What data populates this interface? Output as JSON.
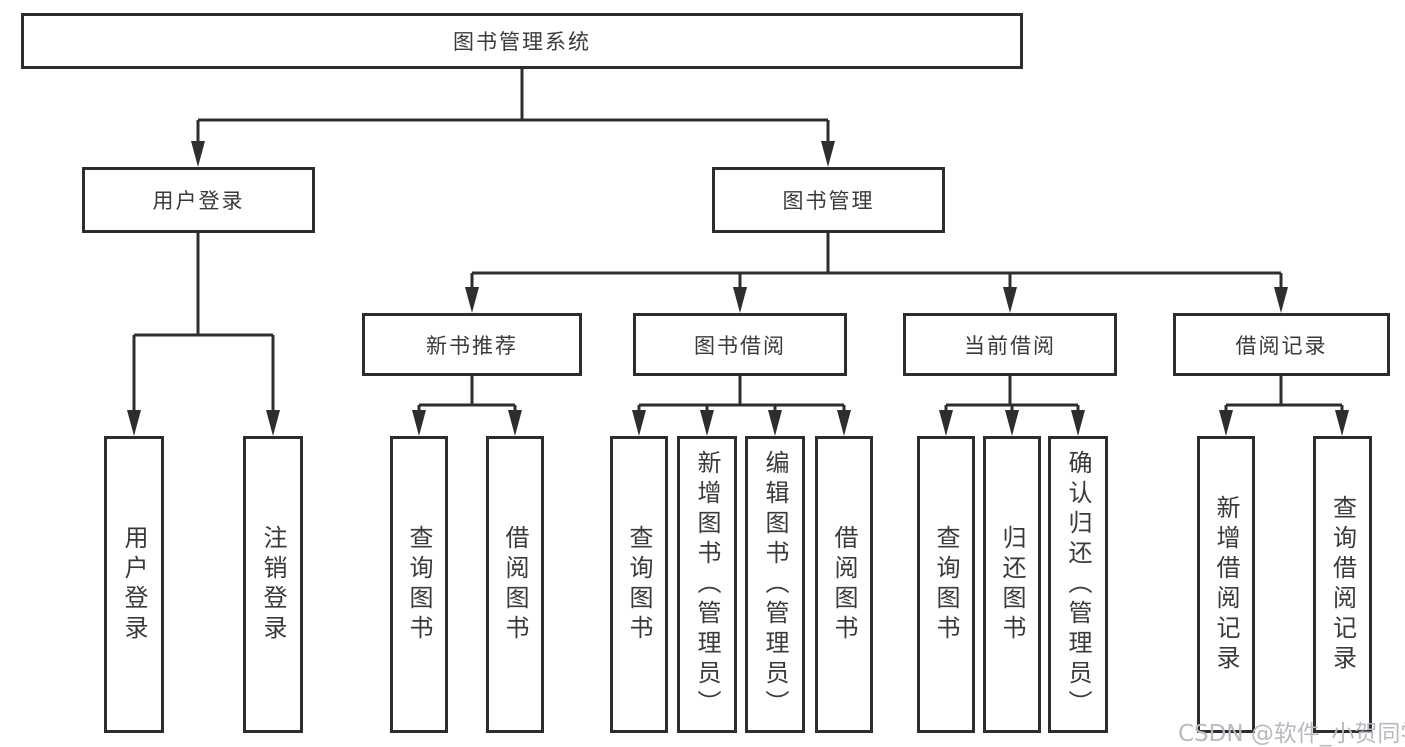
{
  "tree": {
    "root": {
      "label": "图书管理系统",
      "children": [
        {
          "label": "用户登录",
          "children": [
            {
              "label": "用户登录"
            },
            {
              "label": "注销登录"
            }
          ]
        },
        {
          "label": "图书管理",
          "children": [
            {
              "label": "新书推荐",
              "children": [
                {
                  "label": "查询图书"
                },
                {
                  "label": "借阅图书"
                }
              ]
            },
            {
              "label": "图书借阅",
              "children": [
                {
                  "label": "查询图书"
                },
                {
                  "label": "新增图书（管理员）"
                },
                {
                  "label": "编辑图书（管理员）"
                },
                {
                  "label": "借阅图书"
                }
              ]
            },
            {
              "label": "当前借阅",
              "children": [
                {
                  "label": "查询图书"
                },
                {
                  "label": "归还图书"
                },
                {
                  "label": "确认归还（管理员）"
                }
              ]
            },
            {
              "label": "借阅记录",
              "children": [
                {
                  "label": "新增借阅记录"
                },
                {
                  "label": "查询借阅记录"
                }
              ]
            }
          ]
        }
      ]
    }
  },
  "watermark": {
    "text": "CSDN @软件_小贺同学"
  },
  "colors": {
    "line": "#2e2e2e",
    "box_border": "#2d2d2d",
    "text": "#3a3a3a",
    "watermark": "#b6bac1",
    "background": "#ffffff"
  }
}
